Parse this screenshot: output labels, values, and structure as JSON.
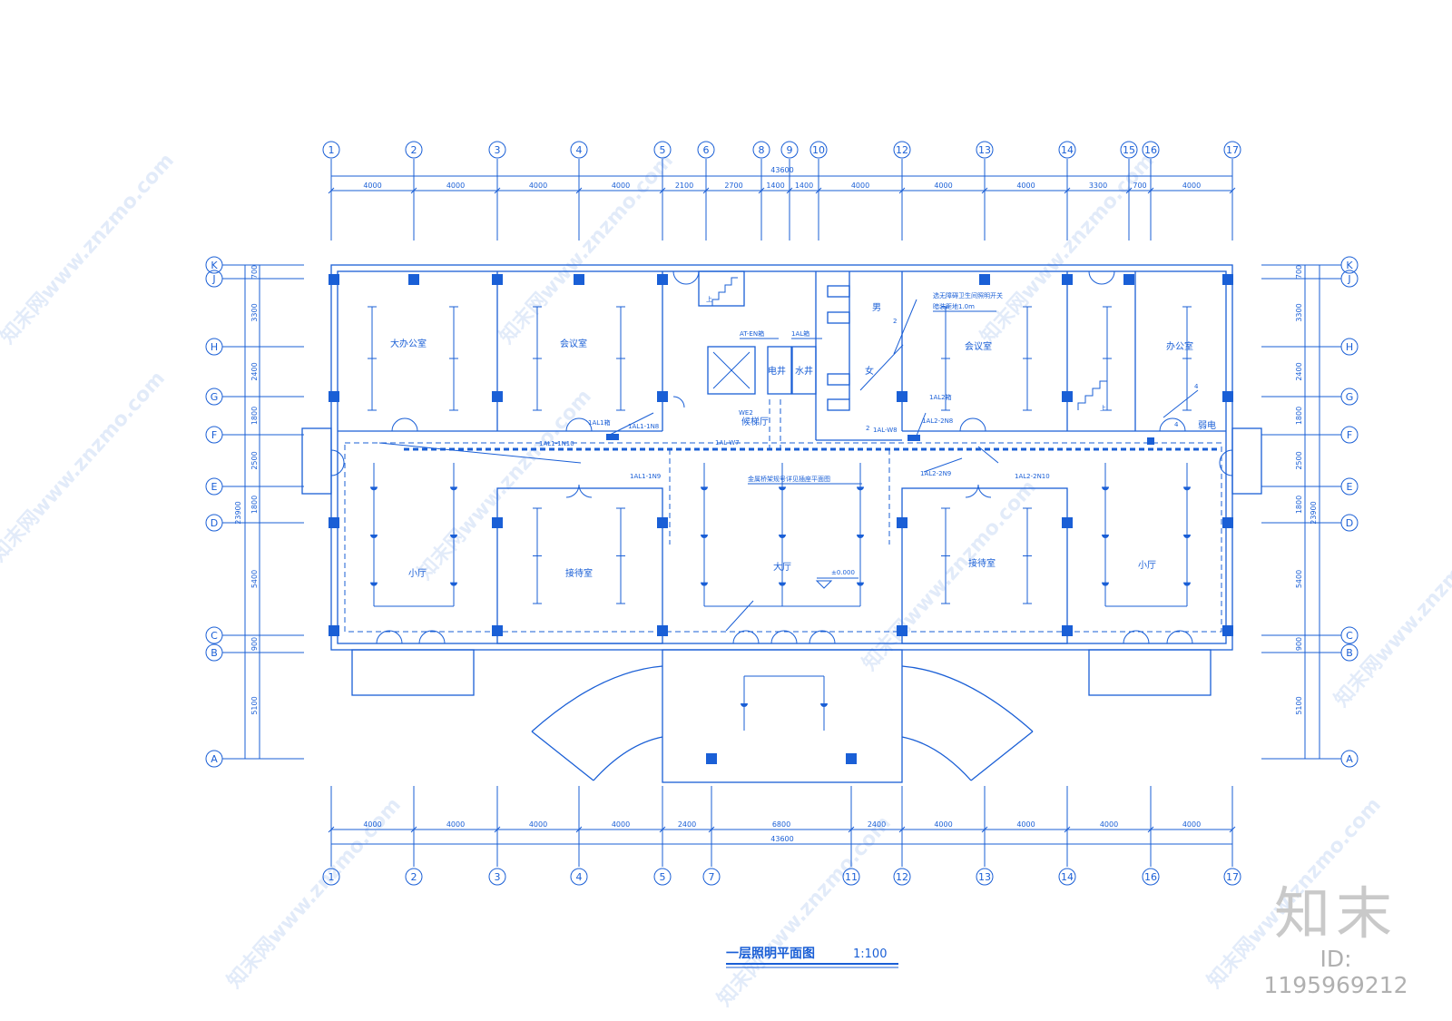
{
  "title": "一层照明平面图",
  "scale": "1:100",
  "total_dim": "43600",
  "total_height": "23900",
  "top_axes": [
    "1",
    "2",
    "3",
    "4",
    "5",
    "6",
    "8",
    "9",
    "10",
    "12",
    "13",
    "14",
    "15",
    "16",
    "17"
  ],
  "top_dims": [
    "4000",
    "4000",
    "4000",
    "4000",
    "2100",
    "2700",
    "1400",
    "1400",
    "4000",
    "4000",
    "4000",
    "3300",
    "700",
    "4000"
  ],
  "bottom_axes": [
    "1",
    "2",
    "3",
    "4",
    "5",
    "7",
    "11",
    "12",
    "13",
    "14",
    "16",
    "17"
  ],
  "bottom_dims": [
    "4000",
    "4000",
    "4000",
    "4000",
    "2400",
    "6800",
    "2400",
    "4000",
    "4000",
    "4000",
    "4000"
  ],
  "row_axes": [
    "K",
    "J",
    "H",
    "G",
    "F",
    "E",
    "D",
    "C",
    "B",
    "A"
  ],
  "row_dims": [
    "700",
    "3300",
    "2400",
    "1800",
    "2500",
    "1800",
    "5400",
    "900",
    "5100"
  ],
  "rooms": {
    "big_office": "大办公室",
    "meeting_left": "会议室",
    "meeting_right": "会议室",
    "office": "办公室",
    "lobby": "大厅",
    "hall_left": "小厅",
    "hall_right": "小厅",
    "reception_left": "接待室",
    "reception_right": "接待室",
    "elevator_hall": "候梯厅",
    "water_well": "水井",
    "electric": "电井",
    "weak_current": "弱电",
    "male": "男",
    "female": "女"
  },
  "labels": {
    "box_at_en": "AT-EN箱",
    "box_1al": "1AL箱",
    "box_1al1": "1AL1箱",
    "box_1al2": "1AL2箱",
    "we2": "WE2",
    "c_1al1_1n8": "1AL1-1N8",
    "c_1al1_1n10": "1AL1-1N10",
    "c_1al1_1n9": "1AL1-1N9",
    "c_1al_w7": "1AL-W7",
    "c_1al_w8": "1AL-W8",
    "c_1al2_2n8": "1AL2-2N8",
    "c_1al2_2n9": "1AL2-2N9",
    "c_1al2_2n10": "1AL2-2N10",
    "tray_note": "金属桥架规号详见插座平面图",
    "toilet_note_1": "选无障碍卫生间照明开关",
    "toilet_note_2": "暗装距地1.0m",
    "elevation": "±0.000",
    "up": "上",
    "n2": "2",
    "n4": "4"
  },
  "watermark": "知末网www.znzmo.com",
  "brand": {
    "logo": "知末",
    "id": "ID: 1195969212"
  },
  "colors": {
    "line": "#1a5fd6",
    "brand": "#b5b5b5"
  }
}
